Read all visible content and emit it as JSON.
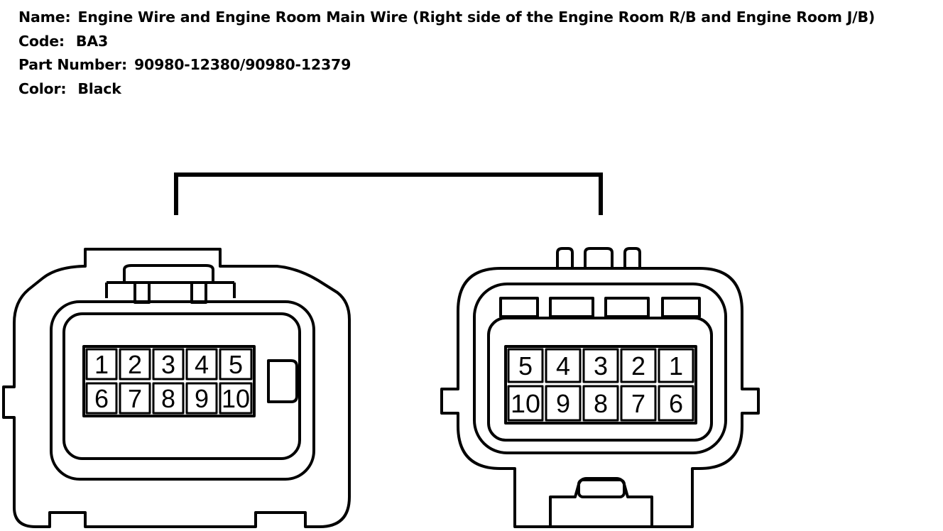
{
  "header": {
    "name_label": "Name:",
    "name_value": "Engine Wire and Engine Room Main Wire (Right side of the Engine Room R/B and Engine Room J/B)",
    "code_label": "Code:",
    "code_value": "BA3",
    "part_label": "Part Number:",
    "part_value": "90980-12380/90980-12379",
    "color_label": "Color:",
    "color_value": "Black"
  },
  "left_connector": {
    "pins_top": [
      "1",
      "2",
      "3",
      "4",
      "5"
    ],
    "pins_bottom": [
      "6",
      "7",
      "8",
      "9",
      "10"
    ]
  },
  "right_connector": {
    "pins_top": [
      "5",
      "4",
      "3",
      "2",
      "1"
    ],
    "pins_bottom": [
      "10",
      "9",
      "8",
      "7",
      "6"
    ]
  },
  "colors": {
    "stroke": "#000000",
    "background": "#ffffff"
  }
}
